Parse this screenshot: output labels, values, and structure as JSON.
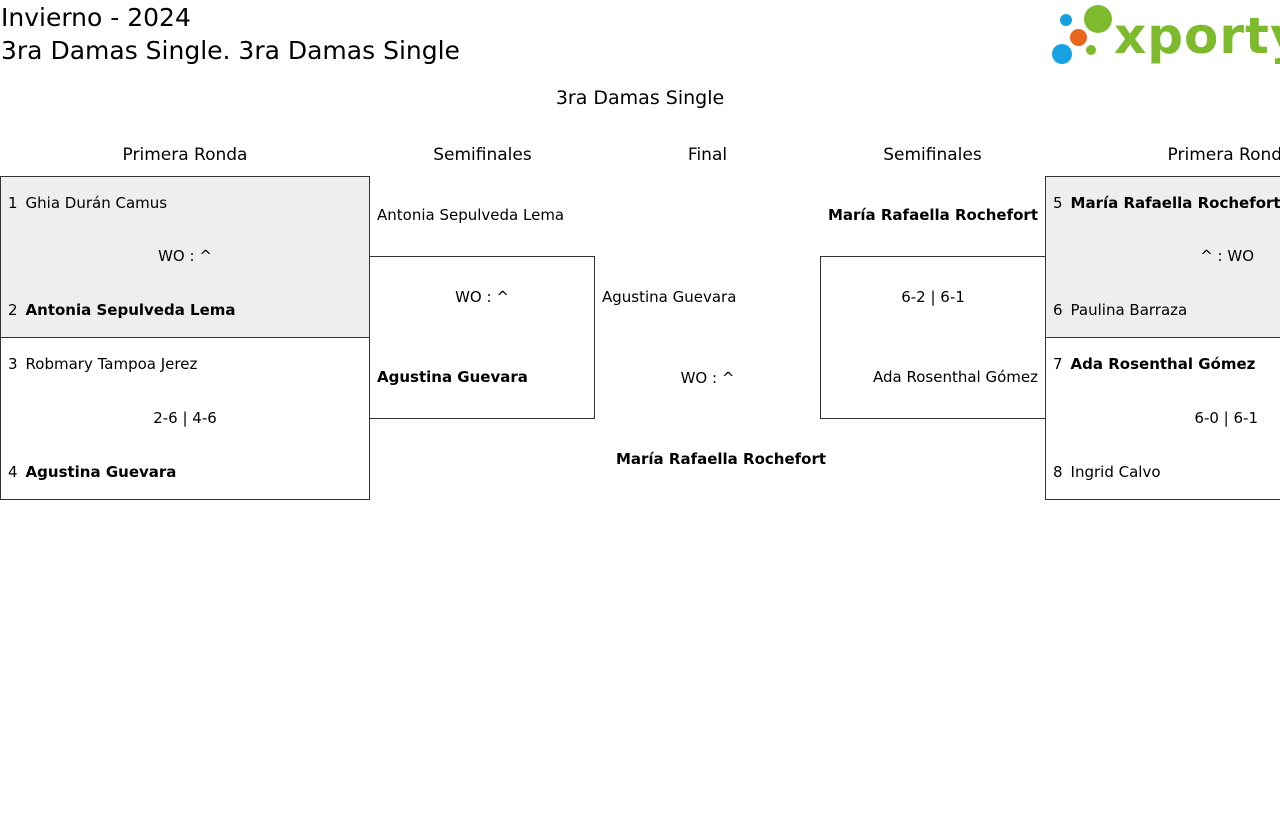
{
  "header": {
    "title1": "Invierno - 2024",
    "title2": "3ra Damas Single. 3ra Damas Single"
  },
  "logo": {
    "text": "xporty",
    "color": "#7dbb2c"
  },
  "bracket": {
    "title": "3ra Damas Single",
    "rounds": {
      "left_r1": "Primera Ronda",
      "left_sf": "Semifinales",
      "final": "Final",
      "right_sf": "Semifinales",
      "right_r1": "Primera Ronda"
    },
    "left_r1": [
      {
        "p1_seed": "1",
        "p1_name": "Ghia Durán Camus",
        "score": "WO : ^",
        "p2_seed": "2",
        "p2_name": "Antonia Sepulveda Lema"
      },
      {
        "p1_seed": "3",
        "p1_name": "Robmary Tampoa Jerez",
        "score": "2-6 | 4-6",
        "p2_seed": "4",
        "p2_name": "Agustina Guevara"
      }
    ],
    "left_sf": {
      "p1_name": "Antonia Sepulveda Lema",
      "score": "WO : ^",
      "p2_name": "Agustina Guevara"
    },
    "final": {
      "p1_name": "Agustina Guevara",
      "score": "WO : ^",
      "winner": "María Rafaella Rochefort"
    },
    "right_sf": {
      "p1_name": "María Rafaella Rochefort",
      "score": "6-2 | 6-1",
      "p2_name": "Ada Rosenthal Gómez"
    },
    "right_r1": [
      {
        "p1_seed": "5",
        "p1_name": "María Rafaella Rochefort",
        "score": "^ : WO",
        "p2_seed": "6",
        "p2_name": "Paulina Barraza"
      },
      {
        "p1_seed": "7",
        "p1_name": "Ada Rosenthal Gómez",
        "score": "6-0 | 6-1",
        "p2_seed": "8",
        "p2_name": "Ingrid Calvo"
      }
    ]
  }
}
